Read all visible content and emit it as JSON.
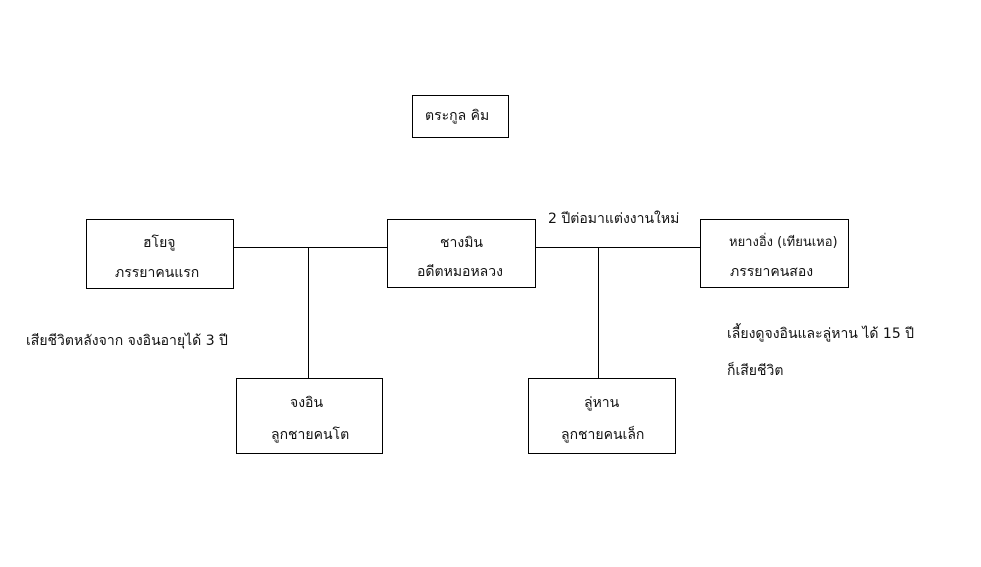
{
  "title": "ตระกูล คิม",
  "persons": {
    "first_wife": {
      "name": "ฮโยจู",
      "role": "ภรรยาคนแรก"
    },
    "husband": {
      "name": "ชางมิน",
      "role": "อดีตหมอหลวง"
    },
    "second_wife": {
      "name": "หยางอิ่ง (เทียนเหอ)",
      "role": "ภรรยาคนสอง"
    },
    "elder_son": {
      "name": "จงอิน",
      "role": "ลูกชายคนโต"
    },
    "younger_son": {
      "name": "ลู่หาน",
      "role": "ลูกชายคนเล็ก"
    }
  },
  "notes": {
    "remarriage": "2 ปีต่อมาแต่งงานใหม่",
    "first_wife_death": "เสียชีวิตหลังจาก จงอินอายุได้ 3 ปี",
    "second_wife_line1": "เลี้ยงดูจงอินและลู่หาน ได้ 15 ปี",
    "second_wife_line2": "ก็เสียชีวิต"
  }
}
